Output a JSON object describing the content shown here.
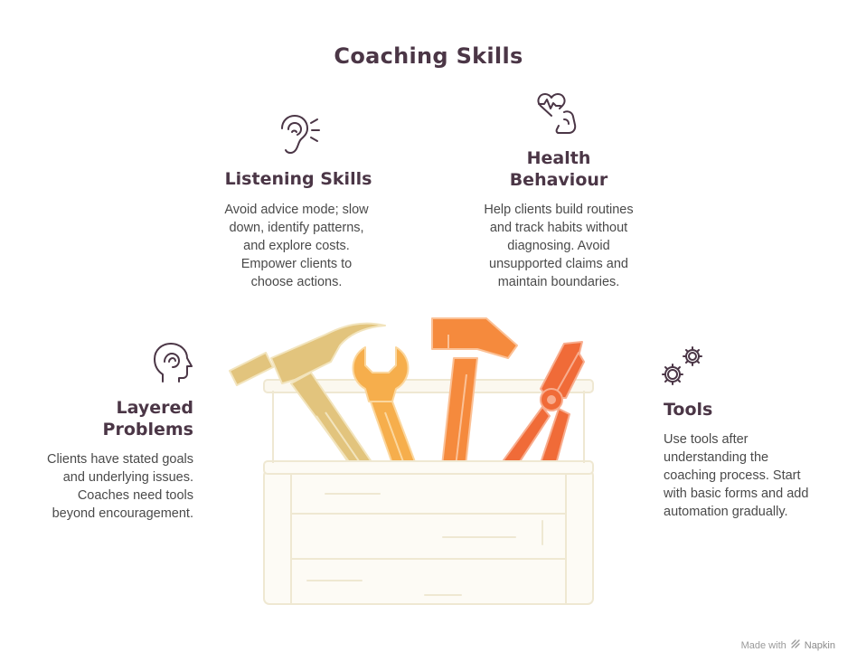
{
  "title": "Coaching Skills",
  "sections": {
    "listening": {
      "heading": "Listening Skills",
      "desc_lines": [
        "Avoid advice mode; slow",
        "down, identify patterns,",
        "and explore costs.",
        "Empower clients to",
        "choose actions."
      ],
      "icon": "ear-icon"
    },
    "health": {
      "heading_lines": [
        "Health",
        "Behaviour"
      ],
      "desc_lines": [
        "Help clients build routines",
        "and track habits without",
        "diagnosing. Avoid",
        "unsupported claims and",
        "maintain boundaries."
      ],
      "icon": "heart-muscle-icon"
    },
    "layered": {
      "heading_lines": [
        "Layered",
        "Problems"
      ],
      "desc_lines": [
        "Clients have stated goals",
        "and underlying issues.",
        "Coaches need tools",
        "beyond encouragement."
      ],
      "icon": "head-brain-icon"
    },
    "tools": {
      "heading": "Tools",
      "desc_lines": [
        "Use tools after",
        "understanding the",
        "coaching process. Start",
        "with basic forms and add",
        "automation gradually."
      ],
      "icon": "gears-icon"
    }
  },
  "illustration": {
    "icon": "toolbox-icon",
    "colors": {
      "box": "#f2ecd9",
      "hammer": "#e2c47d",
      "wrench": "#f6ae4c",
      "mallet": "#f58a3d",
      "pliers": "#f06b38"
    }
  },
  "footer": {
    "made_with": "Made with",
    "brand": "Napkin"
  }
}
